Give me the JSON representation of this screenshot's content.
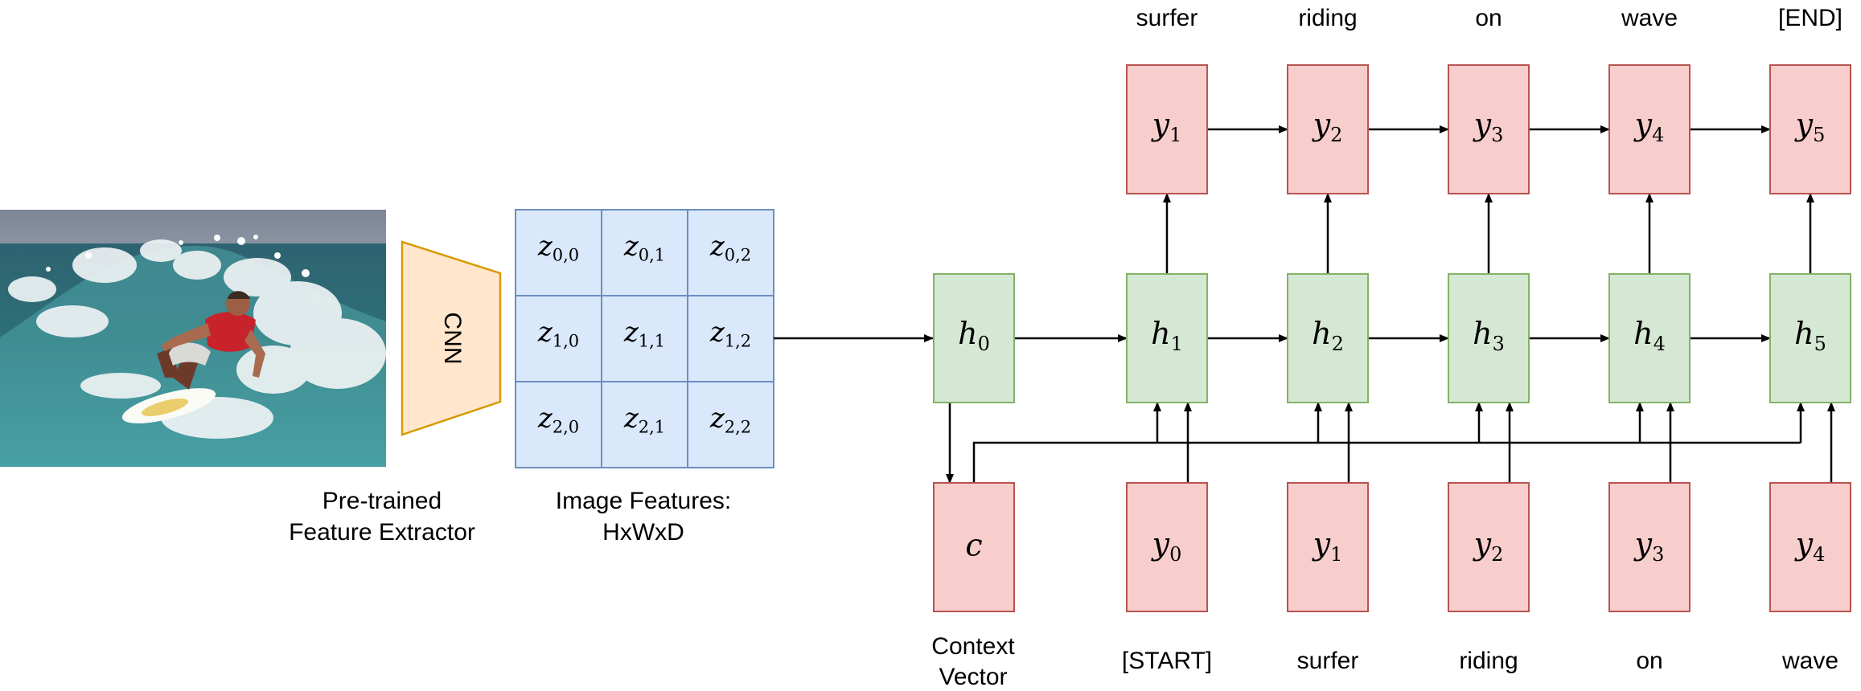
{
  "colors": {
    "green_fill": "#d5e8d4",
    "green_stroke": "#82b366",
    "red_fill": "#f8cecc",
    "red_stroke": "#b85450",
    "blue_fill": "#dae8fc",
    "blue_stroke": "#6c8ebf",
    "orange_fill": "#ffe6cc",
    "orange_stroke": "#d79b00"
  },
  "image": {
    "icon": "surfer-photo"
  },
  "cnn": {
    "label": "CNN",
    "caption": [
      "Pre-trained",
      "Feature Extractor"
    ]
  },
  "features": {
    "cells": [
      {
        "v": "z",
        "s": "0,0"
      },
      {
        "v": "z",
        "s": "0,1"
      },
      {
        "v": "z",
        "s": "0,2"
      },
      {
        "v": "z",
        "s": "1,0"
      },
      {
        "v": "z",
        "s": "1,1"
      },
      {
        "v": "z",
        "s": "1,2"
      },
      {
        "v": "z",
        "s": "2,0"
      },
      {
        "v": "z",
        "s": "2,1"
      },
      {
        "v": "z",
        "s": "2,2"
      }
    ],
    "caption": [
      "Image Features:",
      "HxWxD"
    ]
  },
  "context": {
    "v": "c",
    "caption": [
      "Context",
      "Vector"
    ]
  },
  "hidden": [
    {
      "v": "h",
      "s": "0"
    },
    {
      "v": "h",
      "s": "1"
    },
    {
      "v": "h",
      "s": "2"
    },
    {
      "v": "h",
      "s": "3"
    },
    {
      "v": "h",
      "s": "4"
    },
    {
      "v": "h",
      "s": "5"
    }
  ],
  "outputs": [
    {
      "v": "y",
      "s": "1",
      "word": "surfer"
    },
    {
      "v": "y",
      "s": "2",
      "word": "riding"
    },
    {
      "v": "y",
      "s": "3",
      "word": "on"
    },
    {
      "v": "y",
      "s": "4",
      "word": "wave"
    },
    {
      "v": "y",
      "s": "5",
      "word": "[END]"
    }
  ],
  "inputs": [
    {
      "v": "y",
      "s": "0",
      "word": "[START]"
    },
    {
      "v": "y",
      "s": "1",
      "word": "surfer"
    },
    {
      "v": "y",
      "s": "2",
      "word": "riding"
    },
    {
      "v": "y",
      "s": "3",
      "word": "on"
    },
    {
      "v": "y",
      "s": "4",
      "word": "wave"
    }
  ]
}
